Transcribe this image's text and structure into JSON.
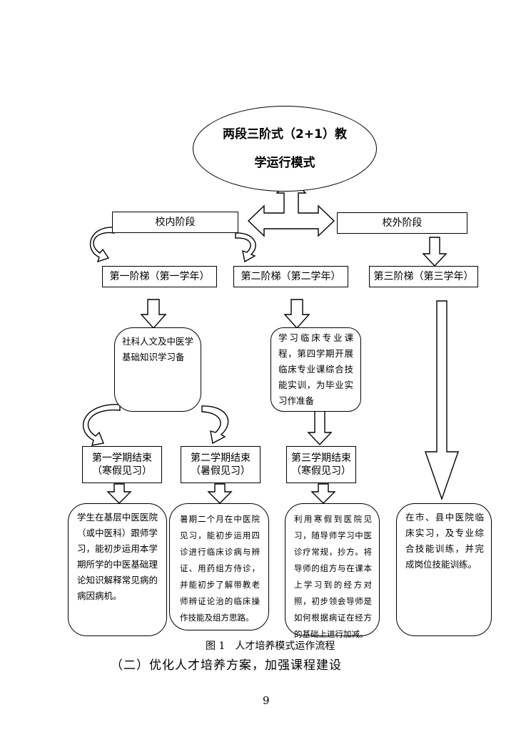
{
  "ellipse": {
    "line1": "两段三阶式（2+1）教",
    "line2": "学运行模式"
  },
  "stages": {
    "school": "校内阶段",
    "outside": "校外阶段"
  },
  "ladders": {
    "first": "第一阶梯（第一学年）",
    "second": "第二阶梯（第二学年）",
    "third": "第三阶梯（第三学年）"
  },
  "prep": {
    "first": "社科人文及中医学基础知识学习备",
    "second": "学习临床专业课程，第四学期开展临床专业课综合技能实训，为毕业实习作准备"
  },
  "semesters": {
    "s1": {
      "line1": "第一学期结束",
      "line2": "（寒假见习）"
    },
    "s2": {
      "line1": "第二学期结束",
      "line2": "（暑假见习）"
    },
    "s3": {
      "line1": "第三学期结束",
      "line2": "（寒假见习）"
    }
  },
  "details": {
    "d1": "学生在基层中医医院（或中医科）跟师学习，能初步运用本学期所学的中医基础理论知识解释常见病的病因病机。",
    "d2": "暑期二个月在中医院见习，能初步运用四诊进行临床诊病与辨证、用药组方侍诊，并能初步了解带教老师辨证论治的临床操作技能及组方思路。",
    "d3": "利用寒假到医院见习，随导师学习中医诊疗常规，抄方。将导师的组方与在课本上学习到的经方对照，初步领会导师是如何根据病证在经方的基础上进行加减。",
    "d4": "在市、县中医院临床实习，及专业综合技能训练，并完成岗位技能训练。"
  },
  "caption": "图 1　人才培养模式运作流程",
  "subheading": "（二）优化人才培养方案，加强课程建设",
  "page_number": "9"
}
